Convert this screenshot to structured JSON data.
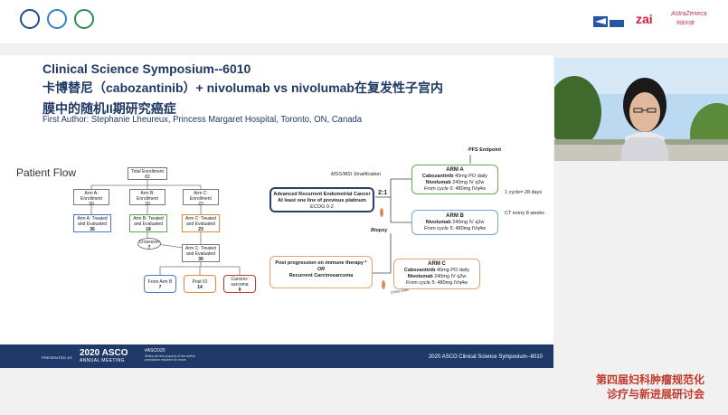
{
  "top_bar": {
    "logos_left": [
      "institution-logo-1",
      "institution-logo-2",
      "institution-logo-3"
    ],
    "sponsors": [
      "zai",
      "AstraZeneca"
    ],
    "sponsor_az_cn": "阿斯利康"
  },
  "slide": {
    "title_en": "Clinical Science Symposium--6010",
    "title_cn_line1": "卡博替尼（cabozantinib）+ nivolumab vs nivolumab在复发性子宫内",
    "title_cn_line2": "膜中的随机II期研究癌症",
    "author": "First Author: Stephanie Lheureux, Princess Margaret Hospital, Toronto, ON, Canada",
    "patient_flow_label": "Patient Flow",
    "flow": {
      "total": {
        "label": "Total Enrollment",
        "value": "82"
      },
      "arm_a_enroll": {
        "label": "Arm A: Enrollment",
        "value": "39"
      },
      "arm_b_enroll": {
        "label": "Arm B: Enrollment",
        "value": "20"
      },
      "arm_c_enroll": {
        "label": "Arm C: Enrollment",
        "value": "23"
      },
      "arm_a_treated": {
        "label": "Arm A: Treated and Evaluated",
        "value": "36"
      },
      "arm_b_treated": {
        "label": "Arm B: Treated and Evaluated",
        "value": "18"
      },
      "arm_c_treated1": {
        "label": "Arm C: Treated and Evaluated",
        "value": "23"
      },
      "crossover": {
        "label": "Crossover",
        "value": "7"
      },
      "arm_c_treated2": {
        "label": "Arm C: Treated and Evaluated",
        "value": "30"
      },
      "from_arm_b": {
        "label": "From Arm B",
        "value": "7"
      },
      "post_io": {
        "label": "Post IO",
        "value": "14"
      },
      "carcinosarcoma": {
        "label": "Carcino-sarcoma",
        "value": "9"
      }
    },
    "design": {
      "pfs_endpoint": "PFS Endpoint",
      "stratification": "MSS/MSI Stratification",
      "ratio": "2:1",
      "population_line1": "Advanced Recurrent Endometrial Cancer",
      "population_line2": "At least one line of previous platinum",
      "population_line3": "ECOG 0-2",
      "biopsy": "Biopsy",
      "cross_over": "Cross Over*",
      "arm_a": {
        "title": "ARM A",
        "drug1": "Cabozantinib",
        "dose1": " 40mg PO daily",
        "drug2": "Nivolumab",
        "dose2": " 240mg IV q2w",
        "cycle": "From cycle 5",
        "cycle_dose": ": 480mg IVq4w"
      },
      "arm_b": {
        "title": "ARM B",
        "drug2": "Nivolumab",
        "dose2": " 240mg IV q2w",
        "cycle": "From cycle 5",
        "cycle_dose": ": 480mg IVq4w"
      },
      "arm_c": {
        "title": "ARM C",
        "drug1": "Cabozantinib",
        "dose1": " 40mg PO daily",
        "drug2": "Nivolumab",
        "dose2": " 240mg IV q2w",
        "cycle": "From cycle 5",
        "cycle_dose": ": 480mg IVq4w"
      },
      "post_line1": "Post progression on immune therapy *",
      "post_or": "OR",
      "post_line2": "Recurrent Carcinosarcoma",
      "cycle_note": "1 cycle= 28 days",
      "ct_note": "CT every 8 weeks"
    }
  },
  "footer": {
    "presented_at": "PRESENTED AT:",
    "asco": "2020 ASCO",
    "meeting": "ANNUAL MEETING",
    "hashtag": "#ASCO20",
    "copyright": "Slides are the property of the author permission required for reuse",
    "right_text": "2020 ASCO Clinical Science Symposium--6010"
  },
  "conference_cn": {
    "line1": "第四届妇科肿瘤规范化",
    "line2": "诊疗与新进展研讨会"
  },
  "colors": {
    "title_blue": "#1f3864",
    "footer_navy": "#1f3a68",
    "conf_red": "#c0392b"
  }
}
